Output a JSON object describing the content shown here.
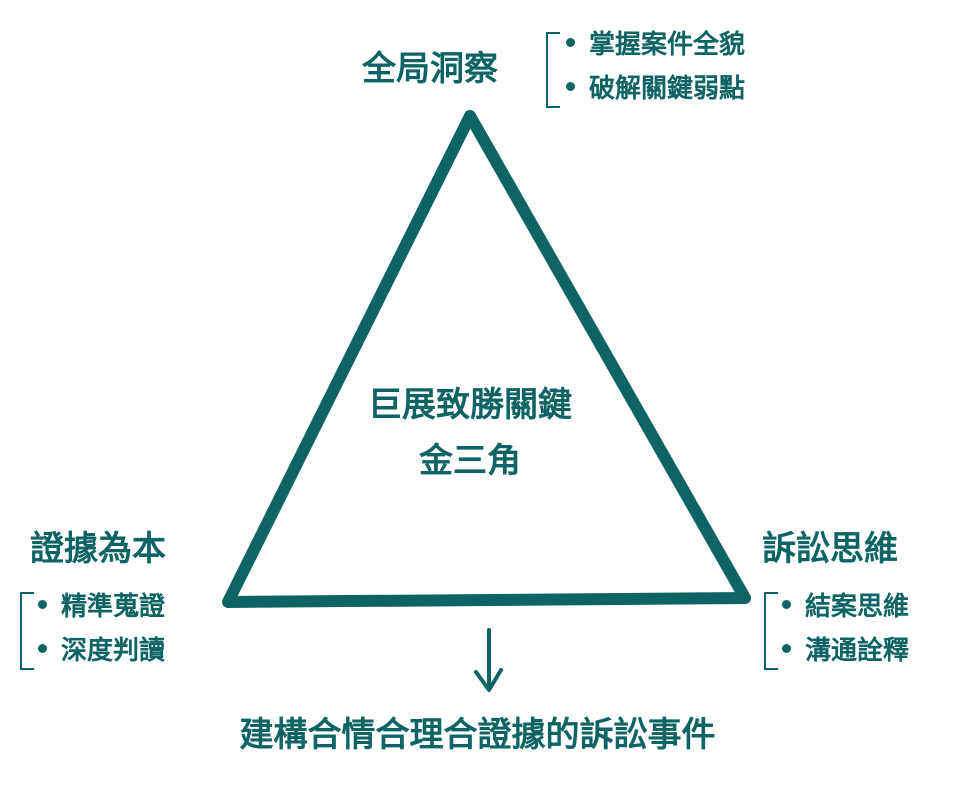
{
  "center": {
    "line1": "巨展致勝關鍵",
    "line2": "金三角"
  },
  "top": {
    "heading": "全局洞察",
    "items": [
      "掌握案件全貌",
      "破解關鍵弱點"
    ]
  },
  "left": {
    "heading": "證據為本",
    "items": [
      "精準蒐證",
      "深度判讀"
    ]
  },
  "right": {
    "heading": "訴訟思維",
    "items": [
      "結案思維",
      "溝通詮釋"
    ]
  },
  "bottom": {
    "conclusion": "建構合情合理合證據的訴訟事件"
  },
  "colors": {
    "primary": "#0e6464",
    "background": "#ffffff"
  },
  "icons": {
    "arrow": "arrow-down-icon"
  }
}
